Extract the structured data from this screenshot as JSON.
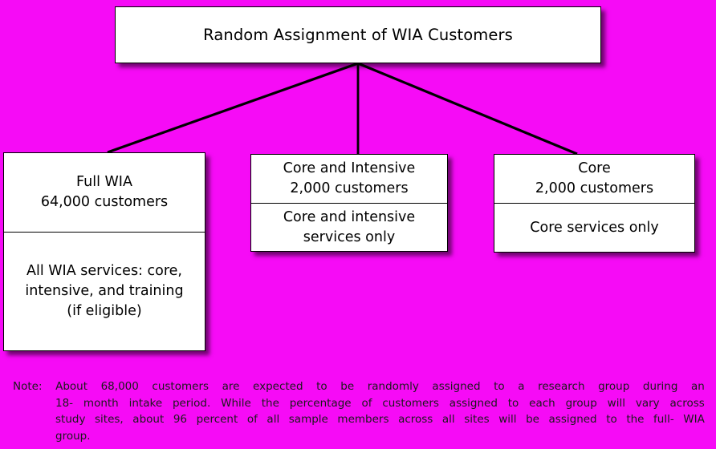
{
  "colors": {
    "background": "#F60BF6",
    "box_fill": "#FFFFFF",
    "box_border": "#000000",
    "text": "#000000",
    "note_text": "#1A1A1A",
    "connector": "#000000"
  },
  "diagram": {
    "title_box": {
      "label": "Random Assignment of WIA Customers"
    },
    "groups": [
      {
        "id": "full-wia",
        "head_line_1": "Full WIA",
        "head_line_2": "64,000 customers",
        "body": "All WIA services:  core,\nintensive, and training\n(if eligible)"
      },
      {
        "id": "core-and-intensive",
        "head_line_1": "Core and Intensive",
        "head_line_2": "2,000 customers",
        "body": "Core and intensive\nservices only"
      },
      {
        "id": "core",
        "head_line_1": "Core",
        "head_line_2": "2,000 customers",
        "body": "Core services only"
      }
    ]
  },
  "note": {
    "label": "Note:",
    "full_text": "Note: About 68,000 customers are expected to be randomly assigned to a research group during an 18- month intake period. While the percentage of customers assigned to each group will vary across study sites, about 96 percent of all sample members across all sites will be assigned to the full- WIA group.",
    "line_1_words": [
      "About",
      "68,000",
      "customers",
      "are",
      "expected",
      "to",
      "be",
      "randomly",
      "assigned",
      "to",
      "a",
      "research",
      "group",
      "during",
      "an"
    ],
    "line_2_words": [
      "18-",
      "month",
      "intake",
      "period.",
      "While",
      "the",
      "percentage",
      "of",
      "customers",
      "assigned",
      "to",
      "each",
      "group",
      "will",
      "vary",
      "across"
    ],
    "line_3_words": [
      "study",
      "sites,",
      "about",
      "96",
      "percent",
      "of",
      "all",
      "sample",
      "members",
      "across",
      "all",
      "sites",
      "will",
      "be",
      "assigned",
      "to",
      "the",
      "full-",
      "WIA"
    ],
    "line_4": "group."
  }
}
